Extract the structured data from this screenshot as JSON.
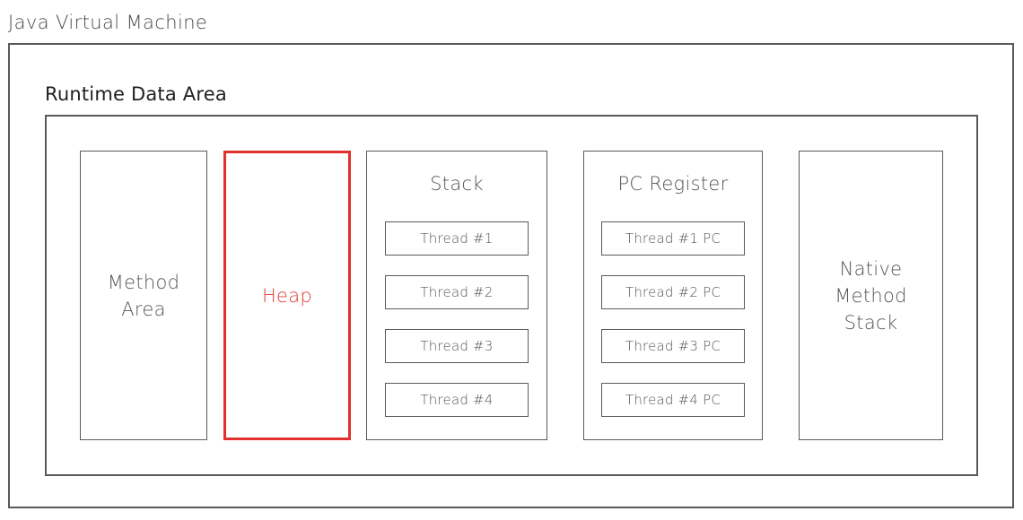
{
  "diagram": {
    "title": "Java Virtual Machine",
    "runtime_data_area": {
      "title": "Runtime Data Area",
      "regions": [
        {
          "name": "method-area",
          "label": "Method\nArea",
          "highlight_color": "#5a5a5a",
          "threads": []
        },
        {
          "name": "heap",
          "label": "Heap",
          "highlight_color": "#e0312c",
          "threads": []
        },
        {
          "name": "stack",
          "label": "Stack",
          "highlight_color": "#5a5a5a",
          "threads": [
            "Thread #1",
            "Thread #2",
            "Thread #3",
            "Thread #4"
          ]
        },
        {
          "name": "pc-register",
          "label": "PC Register",
          "highlight_color": "#5a5a5a",
          "threads": [
            "Thread #1 PC",
            "Thread #2 PC",
            "Thread #3 PC",
            "Thread #4 PC"
          ]
        },
        {
          "name": "native-method-stack",
          "label": "Native\nMethod\nStack",
          "highlight_color": "#5a5a5a",
          "threads": []
        }
      ]
    }
  },
  "colors": {
    "frame_stroke": "#5a5a5a",
    "text_gray": "#555555",
    "text_dark": "#1f1f1f",
    "accent_red": "#e0312c",
    "background": "#ffffff"
  }
}
